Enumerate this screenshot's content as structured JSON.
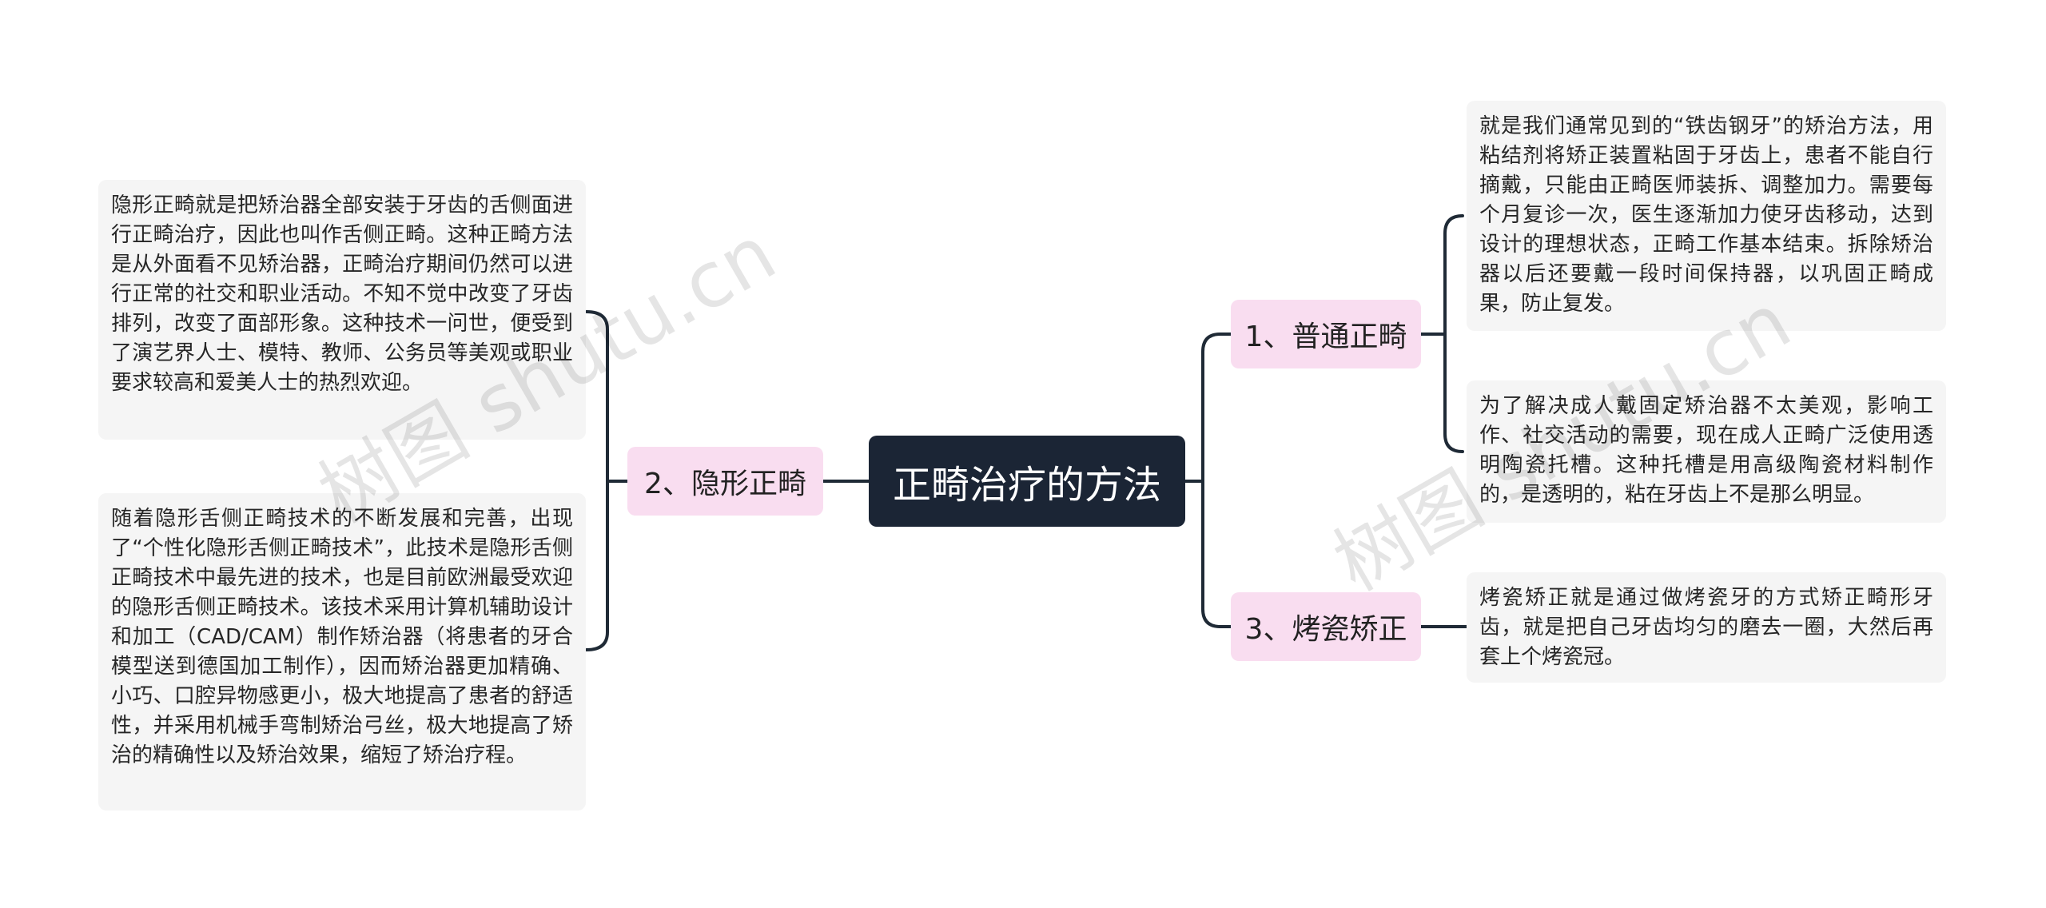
{
  "root": {
    "label": "正畸治疗的方法"
  },
  "branches": [
    {
      "label": "1、普通正畸"
    },
    {
      "label": "2、隐形正畸"
    },
    {
      "label": "3、烤瓷矫正"
    }
  ],
  "leaves": {
    "normal_1": "就是我们通常见到的“铁齿钢牙”的矫治方法，用粘结剂将矫正装置粘固于牙齿上，患者不能自行摘戴，只能由正畸医师装拆、调整加力。需要每个月复诊一次，医生逐渐加力使牙齿移动，达到设计的理想状态，正畸工作基本结束。拆除矫治器以后还要戴一段时间保持器，以巩固正畸成果，防止复发。",
    "normal_2": "为了解决成人戴固定矫治器不太美观，影响工作、社交活动的需要，现在成人正畸广泛使用透明陶瓷托槽。这种托槽是用高级陶瓷材料制作的，是透明的，粘在牙齿上不是那么明显。",
    "invisible_1": "隐形正畸就是把矫治器全部安装于牙齿的舌侧面进行正畸治疗，因此也叫作舌侧正畸。这种正畸方法是从外面看不见矫治器，正畸治疗期间仍然可以进行正常的社交和职业活动。不知不觉中改变了牙齿排列，改变了面部形象。这种技术一问世，便受到了演艺界人士、模特、教师、公务员等美观或职业要求较高和爱美人士的热烈欢迎。",
    "invisible_2": "随着隐形舌侧正畸技术的不断发展和完善，出现了“个性化隐形舌侧正畸技术”，此技术是隐形舌侧正畸技术中最先进的技术，也是目前欧洲最受欢迎的隐形舌侧正畸技术。该技术采用计算机辅助设计和加工（CAD/CAM）制作矫治器（将患者的牙合模型送到德国加工制作），因而矫治器更加精确、小巧、口腔异物感更小，极大地提高了患者的舒适性，并采用机械手弯制矫治弓丝，极大地提高了矫治的精确性以及矫治效果，缩短了矫治疗程。",
    "porcelain_1": "烤瓷矫正就是通过做烤瓷牙的方式矫正畸形牙齿，就是把自己牙齿均匀的磨去一圈，大然后再套上个烤瓷冠。"
  },
  "watermark": {
    "text": "树图 shutu.cn"
  },
  "colors": {
    "root_bg": "#1b2535",
    "branch_bg": "#f9ddf0",
    "leaf_bg": "#f5f5f5",
    "line": "#1f2a36"
  }
}
